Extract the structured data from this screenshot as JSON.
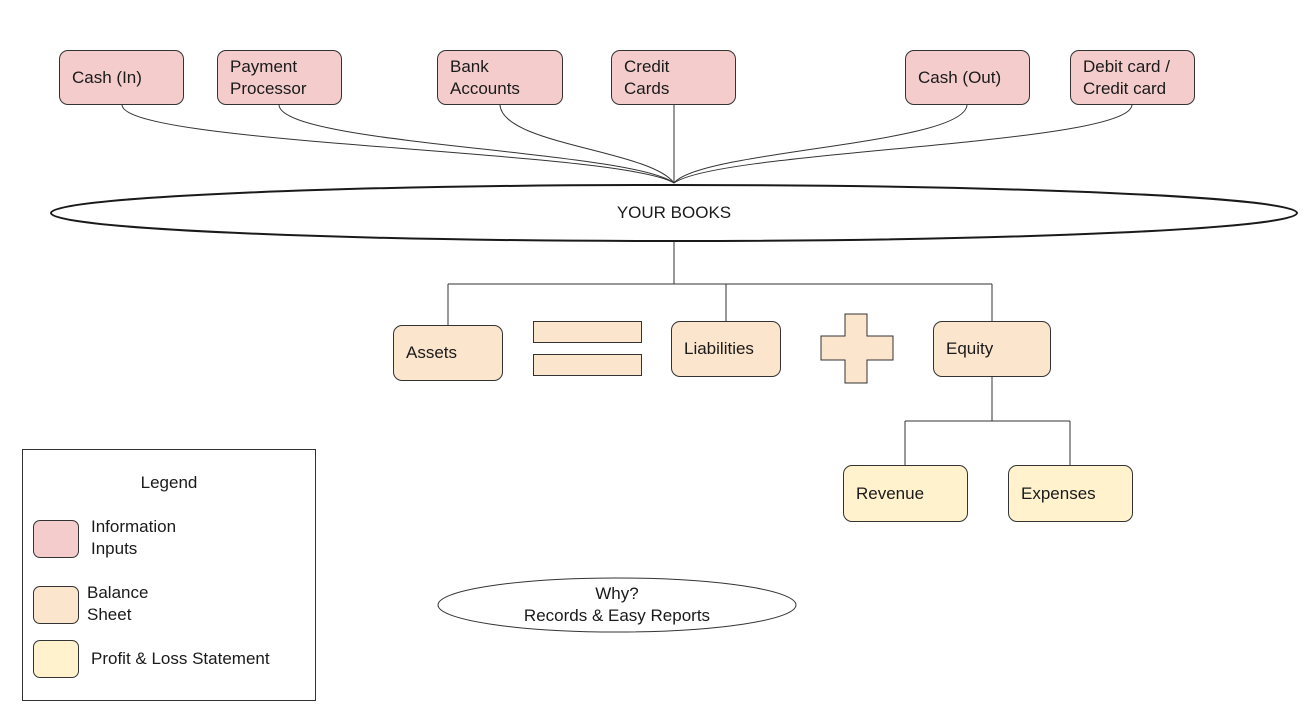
{
  "inputs": [
    {
      "id": "cash-in",
      "label": "Cash (In)"
    },
    {
      "id": "payment-processor",
      "label": "Payment\nProcessor"
    },
    {
      "id": "bank-accounts",
      "label": "Bank\nAccounts"
    },
    {
      "id": "credit-cards",
      "label": "Credit\nCards"
    },
    {
      "id": "cash-out",
      "label": "Cash (Out)"
    },
    {
      "id": "debit-credit-card",
      "label": "Debit card /\nCredit card"
    }
  ],
  "books": {
    "label": "YOUR BOOKS"
  },
  "balance_sheet": {
    "assets": "Assets",
    "liabilities": "Liabilities",
    "equity": "Equity"
  },
  "profit_loss": {
    "revenue": "Revenue",
    "expenses": "Expenses"
  },
  "why": {
    "label": "Why?\nRecords & Easy Reports"
  },
  "legend": {
    "title": "Legend",
    "items": [
      {
        "label": "Information\nInputs",
        "color": "#f4cccc"
      },
      {
        "label": "Balance\nSheet",
        "color": "#fce5cd"
      },
      {
        "label": "Profit & Loss Statement",
        "color": "#fff2cc"
      }
    ]
  },
  "colors": {
    "inputs": "#f4cccc",
    "balance_sheet": "#fce5cd",
    "profit_loss": "#fff2cc",
    "stroke": "#333333"
  }
}
